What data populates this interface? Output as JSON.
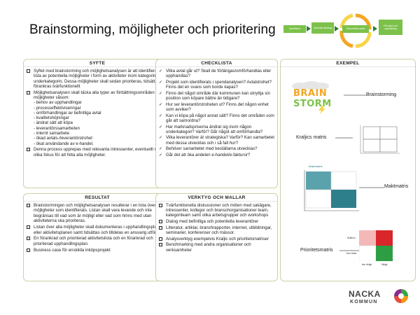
{
  "title": "Brainstorming, möjligheter och prioritering",
  "process": {
    "steps": [
      "Identifiera",
      "Utveckla strategi",
      "Genomföra avtal",
      "Förvalta och uppföljning"
    ],
    "colors": {
      "box": "#7cc14a",
      "cycle_orange": "#f5a623",
      "cycle_yellow": "#f7d54a"
    }
  },
  "syfte": {
    "header": "SYFTE",
    "items": [
      {
        "text": "Syftet med brainstorming och möjlighetsanalysen är att identifiera en lista av potentiella möjligheter i form av aktiviteter inom kategorin eller underkategorin. Dessa möjligheter skall sedan prioriteras, tidsättas och förankras tvärfunktionellt"
      },
      {
        "text": "Möjlighetsanalysen skall täcka alla typer av förbättringsområden eller möjligheter såsom:"
      },
      {
        "text": "Denna process upprepas med relevanta intressenter, eventuellt med olika fokus för att hitta alla möjligheter."
      }
    ],
    "subitems": [
      "- behov av upphandlingar",
      "- processeffektiviseringar",
      "- omförhandlingar av befintliga avtal",
      "- kvalitetshöjningar",
      "- ändrat sätt att köpa",
      "- leverantörssamarbeten",
      "- internt samarbete",
      "- ökad avtals-/leverantörstrohet",
      "- ökat användande av e-handel."
    ]
  },
  "checklista": {
    "header": "CHECKLISTA",
    "items": [
      "Vilka avtal går ut? Skall de förlängas/omförhandlas eller upphandlas?",
      "Projekt som identifierats i spendanalysen? Avtalstrohet? Finns det en svans som borde kapas?",
      "Finns det något område där kommunen kan utnyttja sin position som köpare bättre än tidigare?",
      "Hur ser leverantörstroheten ut? Finns det någon enhet som avviker?",
      "Kan vi köpa på något annat sätt? Finns det områden som går att samordna?",
      "Har marknadspriserna ändrat sig inom någon underkategori? Varför? Går något att omförhandla?",
      "Vilka leverantörer är strategiska? Varför? Kan samarbetet med dessa utvecklas och i så fall hur?",
      "Behöver samarbetet med beställarna utvecklas?",
      "Går det att öka andelen e-handel/e-fakturor?"
    ]
  },
  "resultat": {
    "header": "RESULTAT",
    "items": [
      "Brainstormingen och möjlighetsanalysen resulterar i en lista över alla möjligheter som identifierats. Listan skall vara levande och inte begränsas till vad som är möjligt eller vad som hinns med utan aktiviteterna ska prioriteras.",
      "Listan över alla möjligheter skall dokumenteras i upphandlingsplanen eller aktivitetsplanen samt tidsättas och tilldelas en ansvarig utförare.",
      "En förankrad och prioriterad aktivitetslista och en förankrad och prioriterad upphandlingsplan.",
      "Business case för enskilda inköpsprojekt"
    ]
  },
  "verktyg": {
    "header": "VERKTYG OCH MALLAR",
    "items": [
      "Tvärfunktionella diskussioner och möten med sakägare, intressenter, kollegor och branschorganisationer team, kategoriteam samt olika arbetsgrupper och workshops",
      "Dialog med befintliga och potentiella leverantörer",
      "Litteratur, artiklar, branchrapporter, internet, utbildningar, seminarier, konferenser och mässor.",
      "Analysverktyg exempelvis Kraljic och prioritetsmatriser",
      "Benchmarking med andra organisationer och verksamheter"
    ]
  },
  "exempel": {
    "header": "EXEMPEL",
    "brainstorming_label": "Brainstorming",
    "brain_word": [
      "BRAIN",
      "STORM"
    ],
    "kraljic_label": "Kraljics matris",
    "makt_title": "Maktmatris",
    "makt_label": "Maktmatris",
    "prio_label": "Prioritetsmatris",
    "prio_rows": [
      "Bråttom",
      "Kan vänta"
    ],
    "prio_cols": [
      "inte viktigt",
      "Viktigt"
    ],
    "colors": {
      "red": "#d9262a",
      "green": "#2e9e44",
      "pink": "#f4b8b8",
      "teal": "#2e7f8c",
      "teal_light": "#5aa3ad"
    }
  },
  "logo": {
    "name": "NACKA",
    "sub": "KOMMUN",
    "colors": [
      "#8b2a8f",
      "#3aa54b",
      "#f39c12",
      "#e74c3c"
    ]
  }
}
